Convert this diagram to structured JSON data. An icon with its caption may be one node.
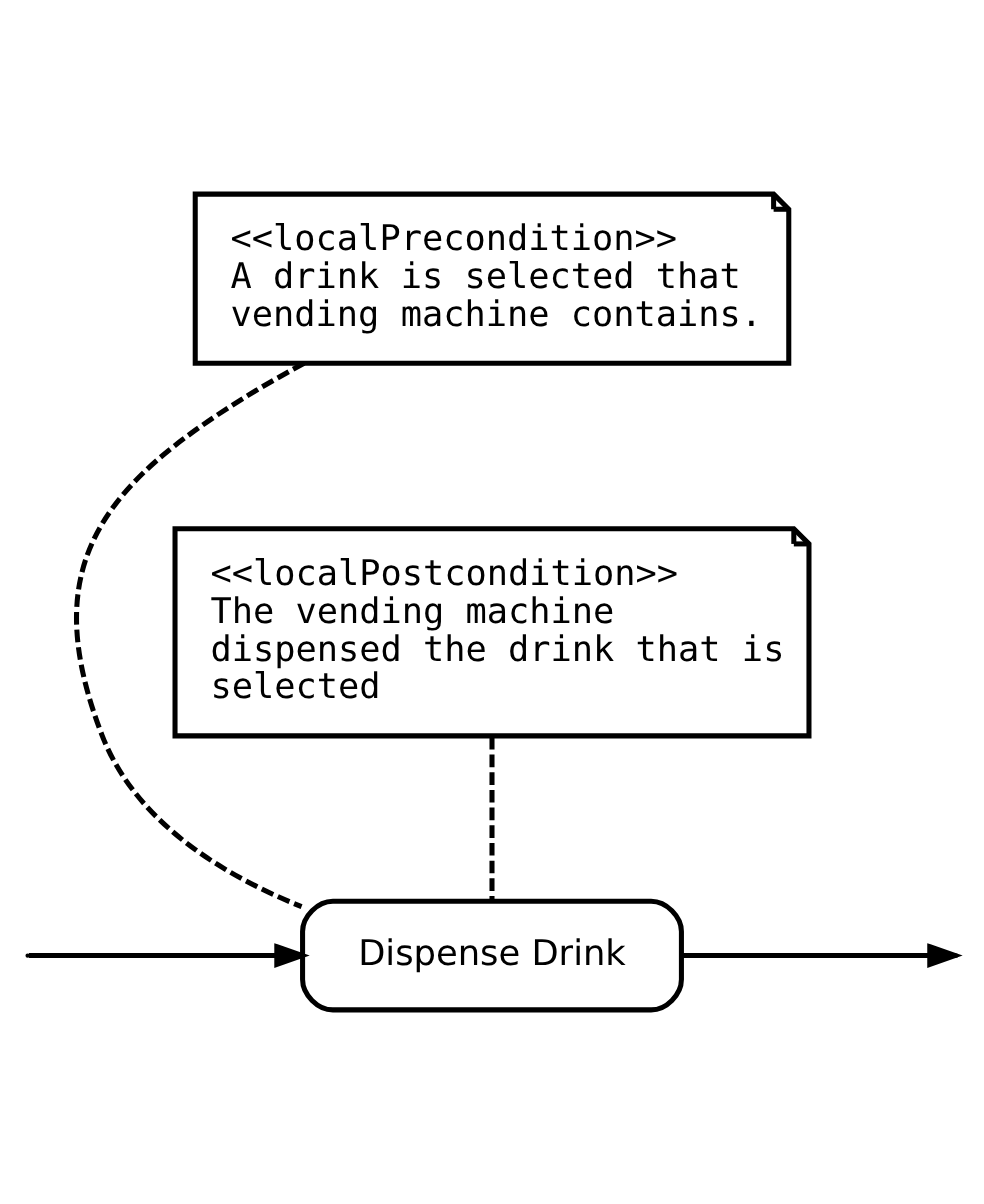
{
  "diagram": {
    "nodes": [
      {
        "text": [
          "<<localPrecondition>>",
          "A drink is selected that vending machine contains."
        ]
      },
      {
        "text": [
          "Dispense Drink"
        ]
      },
      {
        "text": [
          "<<localPostcondition>>",
          "The vending machine dispensed the drink that is selected"
        ]
      }
    ],
    "edges": [
      {
        "from": 0,
        "to": 1,
        "arrow": "none",
        "style": "dashed"
      },
      {
        "from": null,
        "to": 1,
        "arrow": "to"
      },
      {
        "from": 1,
        "to": null,
        "arrow": "to"
      },
      {
        "from": 2,
        "to": 1,
        "arrow": "none",
        "style": "dashed"
      }
    ]
  }
}
